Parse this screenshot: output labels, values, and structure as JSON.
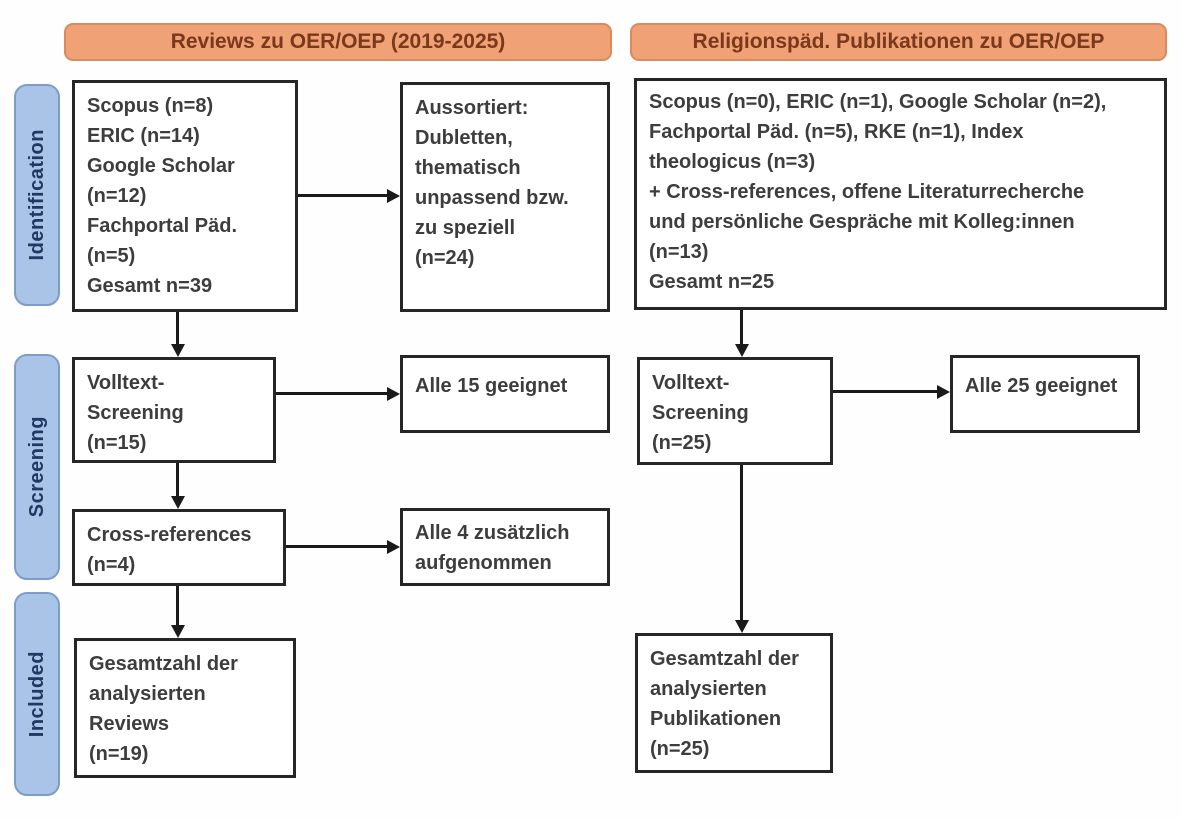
{
  "headers": {
    "left": "Reviews zu OER/OEP (2019-2025)",
    "right": "Religionspäd. Publikationen zu OER/OEP"
  },
  "stages": {
    "identification": "Identification",
    "screening": "Screening",
    "included": "Included"
  },
  "left_flow": {
    "sources": "Scopus (n=8)\nERIC (n=14)\nGoogle Scholar\n(n=12)\nFachportal Päd.\n(n=5)\nGesamt n=39",
    "excluded": "Aussortiert:\nDubletten,\nthematisch\nunpassend bzw.\nzu speziell\n(n=24)",
    "fulltext_screening": "Volltext-\nScreening\n(n=15)",
    "fulltext_result": "Alle 15 geeignet",
    "cross_references": "Cross-references\n(n=4)",
    "cross_references_result": "Alle 4 zusätzlich\naufgenommen",
    "included_total": "Gesamtzahl der\nanalysierten\nReviews\n(n=19)"
  },
  "right_flow": {
    "sources": "Scopus (n=0), ERIC (n=1), Google Scholar (n=2),\nFachportal Päd. (n=5), RKE (n=1), Index\ntheologicus (n=3)\n+ Cross-references, offene Literaturrecherche\nund persönliche Gespräche mit Kolleg:innen\n(n=13)\nGesamt n=25",
    "fulltext_screening": "Volltext-\nScreening\n(n=25)",
    "fulltext_result": "Alle 25 geeignet",
    "included_total": "Gesamtzahl der\nanalysierten\nPublikationen\n(n=25)"
  },
  "colors": {
    "header_fill": "#F0A175",
    "header_border": "#D78B5E",
    "header_text": "#7A381C",
    "stage_fill": "#A9C4E6",
    "stage_border": "#7E9CC8",
    "stage_text": "#1F3864",
    "box_border": "#262626",
    "box_text": "#3D3D3D",
    "arrow": "#1A1A1A",
    "background": "#FEFEFE"
  }
}
